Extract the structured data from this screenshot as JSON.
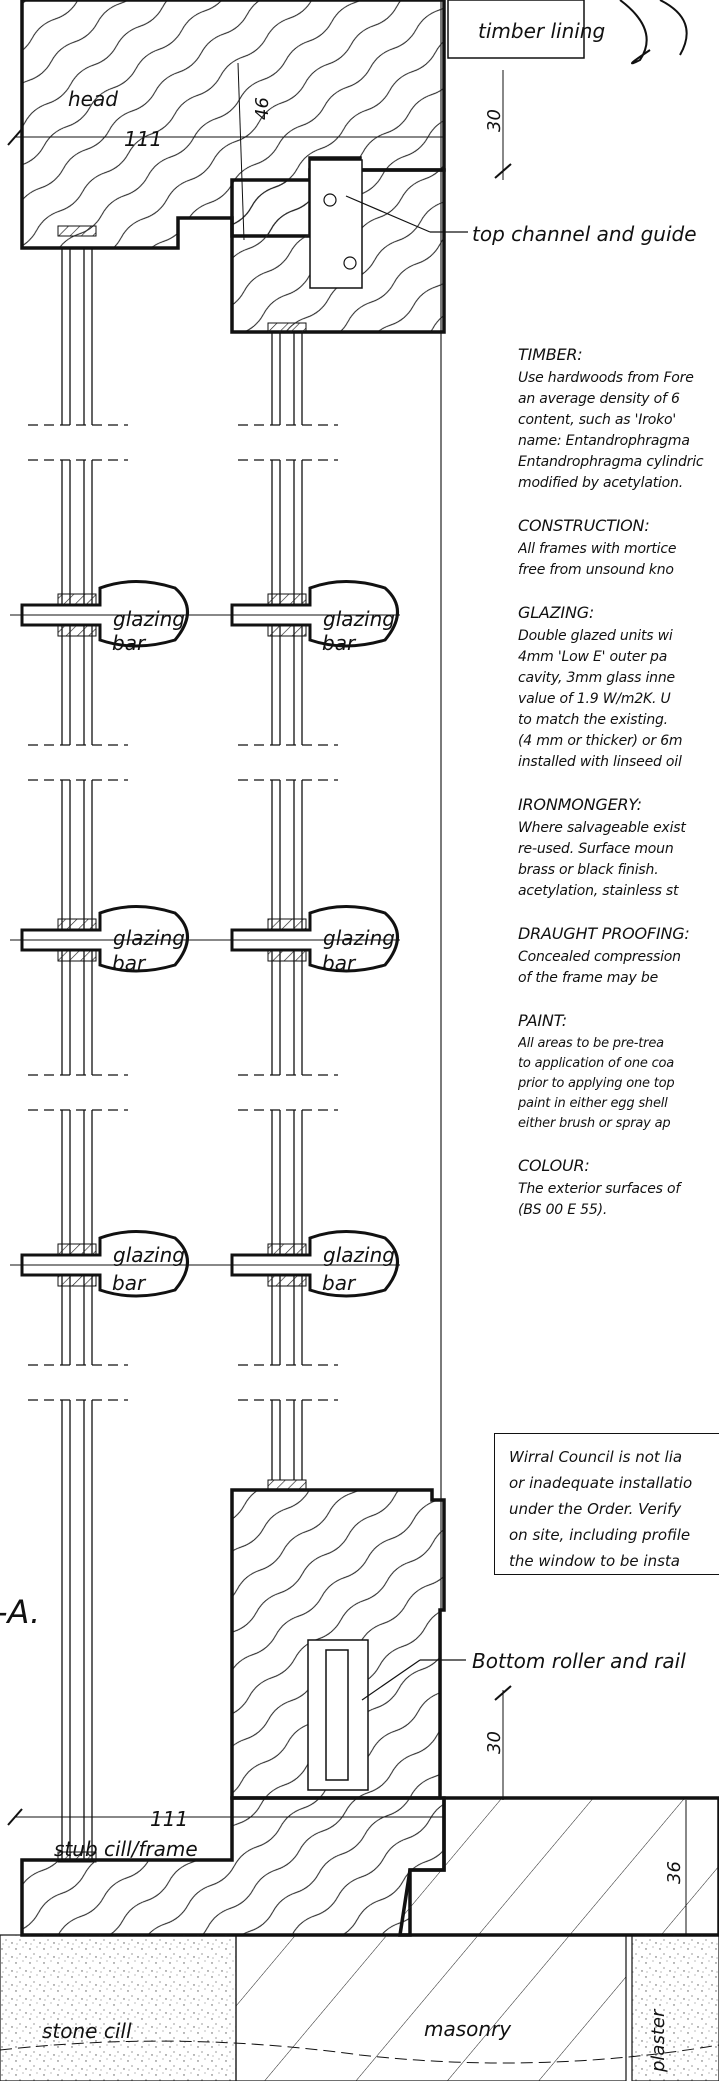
{
  "labels": {
    "timber_lining": "timber lining",
    "head": "head",
    "dim_111_top": "111",
    "dim_46": "46",
    "dim_30_top": "30",
    "top_channel": "top channel and guide",
    "glazing": "glazing",
    "bar": "bar",
    "section_marker": "-A.",
    "bottom_roller": "Bottom roller and rail",
    "dim_30_bottom": "30",
    "dim_111_bottom": "111",
    "stub_cill": "stub cill/frame",
    "dim_36": "36",
    "stone_cill": "stone cill",
    "masonry": "masonry",
    "plaster": "plaster"
  },
  "notes": [
    {
      "heading": "TIMBER:",
      "lines": [
        "Use hardwoods from Fore",
        "an average density of 6",
        "content, such as 'Iroko'",
        "name: Entandrophragma",
        "Entandrophragma cylindric",
        "modified by acetylation."
      ]
    },
    {
      "heading": "CONSTRUCTION:",
      "lines": [
        "All frames with mortice",
        "free from unsound kno"
      ]
    },
    {
      "heading": "GLAZING:",
      "lines": [
        "Double glazed units wi",
        "4mm 'Low E' outer pa",
        "cavity, 3mm glass inne",
        "value of 1.9 W/m2K. U",
        "to match the existing.",
        "(4 mm or thicker) or 6m",
        "installed with linseed oil"
      ]
    },
    {
      "heading": "IRONMONGERY:",
      "lines": [
        "Where salvageable exist",
        "re-used. Surface moun",
        "brass or black finish.",
        "acetylation, stainless st"
      ]
    },
    {
      "heading": "DRAUGHT PROOFING:",
      "lines": [
        "Concealed compression",
        "of the frame may be"
      ]
    },
    {
      "heading": "PAINT:",
      "lines": [
        "All areas to be pre-trea",
        "to application of one coa",
        "prior to applying one top",
        "paint in either egg shell",
        "either brush or spray ap"
      ]
    },
    {
      "heading": "COLOUR:",
      "lines": [
        "The exterior surfaces of",
        "(BS 00 E 55)."
      ]
    }
  ],
  "disclaimer": [
    "Wirral Council is not lia",
    "or inadequate installatio",
    "under the Order. Verify",
    "on site, including profile",
    "the window to be insta"
  ]
}
